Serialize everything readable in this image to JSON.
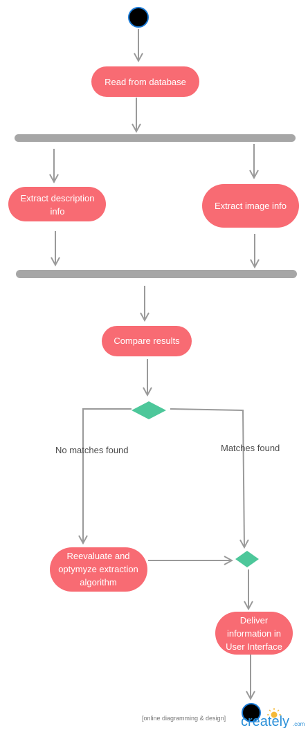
{
  "diagram": {
    "nodes": {
      "read_db": "Read from database",
      "extract_desc": [
        "Extract description",
        "info"
      ],
      "extract_image": "Extract image info",
      "compare": "Compare results",
      "reevaluate": [
        "Reevaluate and",
        "optymyze extraction",
        "algorithm"
      ],
      "deliver": [
        "Deliver",
        "information in",
        "User Interface"
      ]
    },
    "edge_labels": {
      "no_match": "No matches found",
      "match": "Matches found"
    }
  },
  "colors": {
    "action": "#f86b73",
    "decision": "#4dc79a",
    "bar": "#a6a6a6",
    "edge": "#9a9a9a",
    "terminal": "#000000",
    "terminal_ring": "#1a7ad6"
  },
  "footer": {
    "text": "[online diagramming & design]",
    "logo_text": "creately",
    "logo_suffix": ".com"
  }
}
